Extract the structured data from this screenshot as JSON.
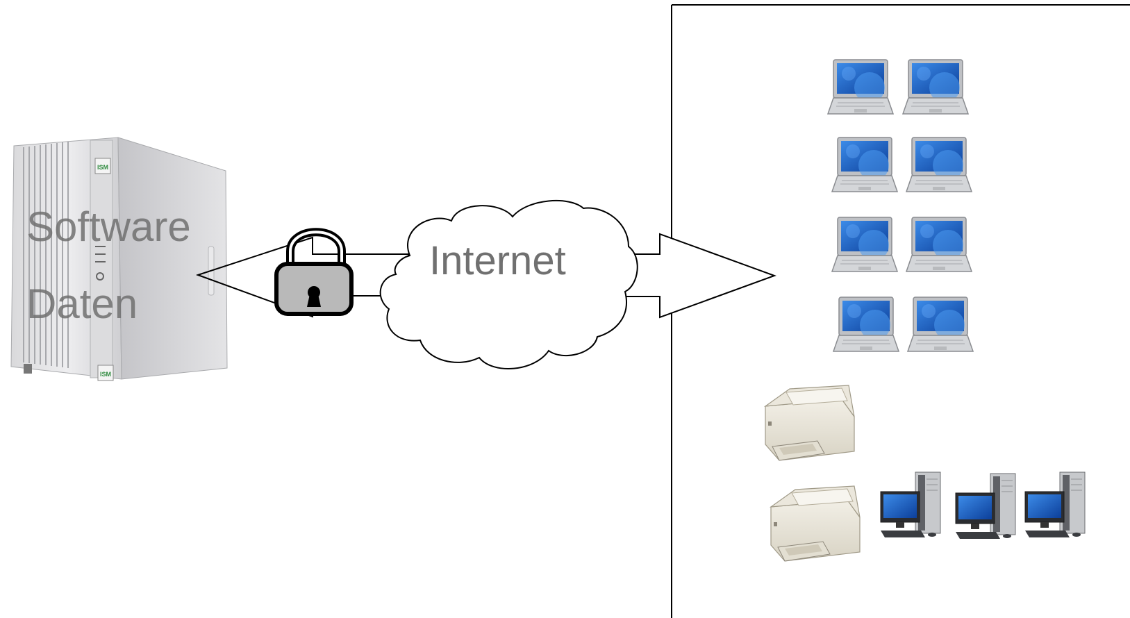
{
  "server": {
    "label_line1": "Software",
    "label_line2": "Daten",
    "badge_text": "ISM",
    "icon": "server-tower-icon"
  },
  "connection": {
    "lock_icon": "padlock-icon",
    "cloud_label": "Internet",
    "cloud_icon": "cloud-icon",
    "arrow_icon": "arrow-right-icon"
  },
  "network": {
    "laptops_count": 8,
    "printers_count": 2,
    "desktops_count": 3,
    "laptop_icon": "laptop-icon",
    "printer_icon": "printer-icon",
    "desktop_icon": "desktop-computer-icon"
  },
  "colors": {
    "screen_blue": "#1a5fc4",
    "outline": "#000000",
    "label_gray": "#707070",
    "badge_green": "#2e8b3e"
  }
}
